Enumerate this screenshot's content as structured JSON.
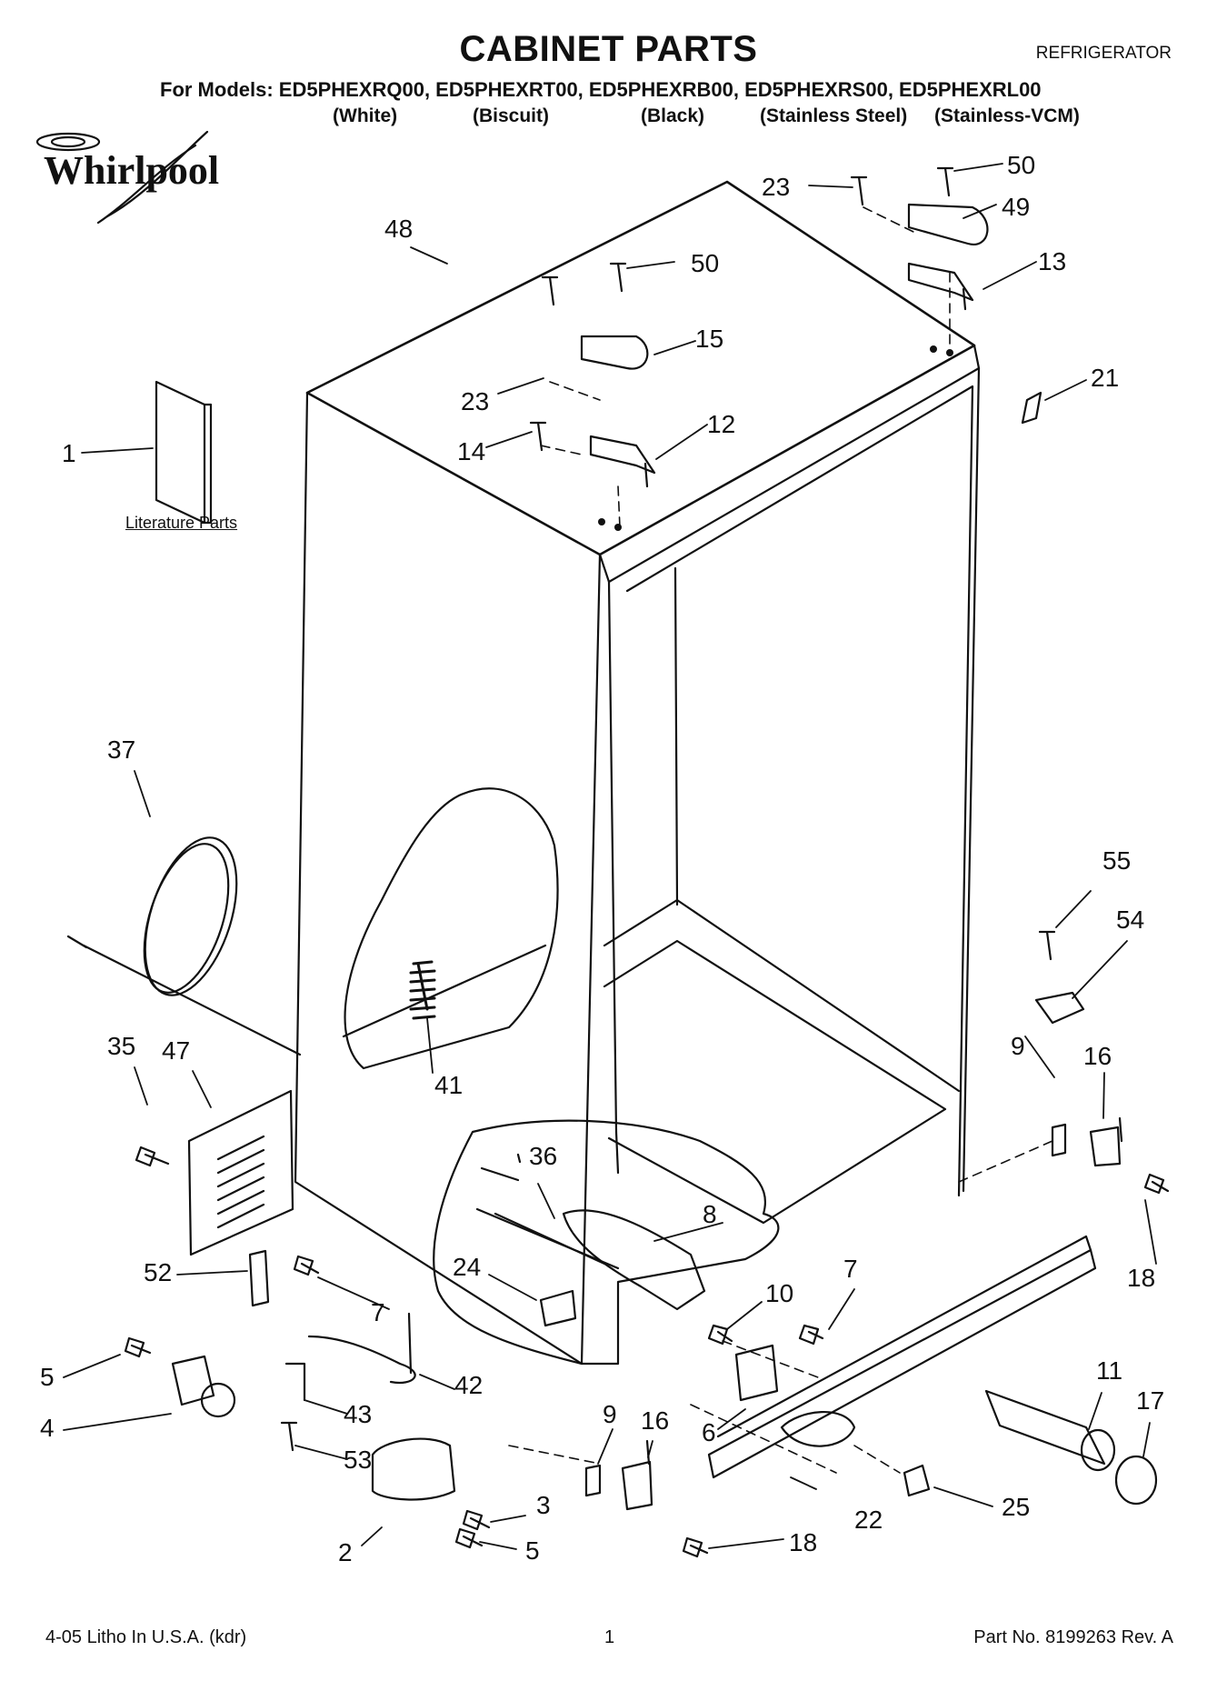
{
  "header": {
    "title": "CABINET PARTS",
    "category": "REFRIGERATOR",
    "models_line": "For Models: ED5PHEXRQ00, ED5PHEXRT00, ED5PHEXRB00, ED5PHEXRS00, ED5PHEXRL00",
    "variants": [
      "(White)",
      "(Biscuit)",
      "(Black)",
      "(Stainless Steel)",
      "(Stainless-VCM)"
    ]
  },
  "brand": {
    "name": "Whirlpool"
  },
  "literature": {
    "label": "Literature Parts"
  },
  "callouts": [
    "48",
    "23",
    "50",
    "49",
    "13",
    "50",
    "15",
    "23",
    "21",
    "14",
    "12",
    "1",
    "37",
    "55",
    "54",
    "41",
    "35",
    "47",
    "9",
    "16",
    "36",
    "8",
    "18",
    "24",
    "10",
    "7",
    "52",
    "7",
    "5",
    "42",
    "11",
    "17",
    "4",
    "43",
    "9",
    "16",
    "53",
    "6",
    "3",
    "25",
    "22",
    "2",
    "5",
    "18"
  ],
  "footer": {
    "left": "4-05 Litho In U.S.A. (kdr)",
    "page": "1",
    "part": "Part No. 8199263 Rev. A"
  }
}
